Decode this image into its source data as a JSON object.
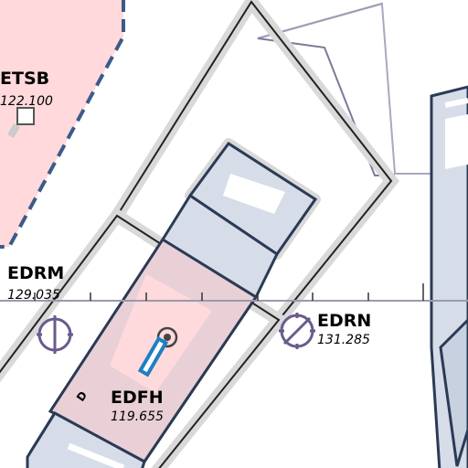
{
  "map": {
    "colors": {
      "background": "#ffffff",
      "restricted_fill": "#ffd9dc",
      "restricted_border": "#3b5b88",
      "airspace_fill": "#d6dde8",
      "airspace_border": "#2b3a55",
      "ctr_fill": "#e8d0d6",
      "boundary_grey": "#9c9cb8",
      "vor_purple": "#6a5a8c",
      "runway_blue": "#1f7fc2",
      "outline": "#222222",
      "halo": "#d9d9d9"
    },
    "airfields": {
      "etsb": {
        "name": "ETSB",
        "freq": "122.100"
      },
      "edrm": {
        "name": "EDRM",
        "freq": "129.035"
      },
      "edrn": {
        "name": "EDRN",
        "freq": "131.285"
      },
      "edfh": {
        "name": "EDFH",
        "freq": "119.655",
        "letter": "D"
      }
    },
    "icons": [
      "airfield-square-icon",
      "vor-icon",
      "airport-icon",
      "runway-icon"
    ]
  }
}
